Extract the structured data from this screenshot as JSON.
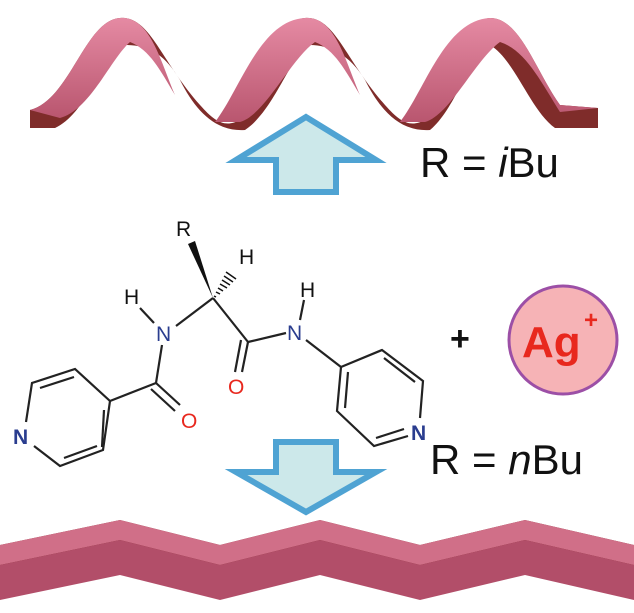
{
  "top_condition": {
    "prefix": "R = ",
    "italic": "i",
    "suffix": "Bu"
  },
  "bottom_condition": {
    "prefix": "R = ",
    "italic": "n",
    "suffix": "Bu"
  },
  "molecule": {
    "r_group": "R",
    "h_stereo": "H",
    "h_amide_left": "H",
    "h_amide_right": "H",
    "n_amide_left": "N",
    "n_amide_right": "N",
    "o_left": "O",
    "o_right": "O",
    "n_pyridine_left": "N",
    "n_pyridine_right": "N"
  },
  "plus": "+",
  "silver_ion": {
    "symbol": "Ag",
    "charge": "+"
  },
  "colors": {
    "ribbon_light": "#d06f88",
    "ribbon_dark": "#7f2c2a",
    "arrow_stroke": "#4fa3d3",
    "arrow_fill": "#cce8ea",
    "nitrogen": "#2a3d8f",
    "oxygen": "#e8281e",
    "ion_fill": "#f6b3b6",
    "ion_stroke": "#9c4fa6"
  }
}
